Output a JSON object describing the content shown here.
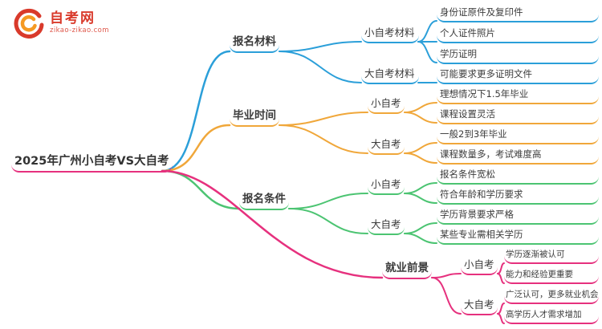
{
  "logo": {
    "title": "自考网",
    "subtitle": "zikao-zikao.com"
  },
  "root": {
    "label": "2025年广州小自考VS大自考"
  },
  "colors": {
    "blue": "#2b9fd9",
    "orange": "#f0a73a",
    "green": "#4cc472",
    "pink": "#e6317e",
    "logo_red": "#d93a2b",
    "logo_orange": "#f59a23",
    "text": "#3c3c3c"
  },
  "branches": [
    {
      "label": "报名材料",
      "color": "#2b9fd9",
      "children": [
        {
          "label": "小自考材料",
          "leaves": [
            "身份证原件及复印件",
            "个人证件照片",
            "学历证明"
          ]
        },
        {
          "label": "大自考材料",
          "leaves": [
            "可能要求更多证明文件"
          ]
        }
      ]
    },
    {
      "label": "毕业时间",
      "color": "#f0a73a",
      "children": [
        {
          "label": "小自考",
          "leaves": [
            "理想情况下1.5年毕业",
            "课程设置灵活"
          ]
        },
        {
          "label": "大自考",
          "leaves": [
            "一般2到3年毕业",
            "课程数量多，考试难度高"
          ]
        }
      ]
    },
    {
      "label": "报名条件",
      "color": "#4cc472",
      "children": [
        {
          "label": "小自考",
          "leaves": [
            "报名条件宽松",
            "符合年龄和学历要求"
          ]
        },
        {
          "label": "大自考",
          "leaves": [
            "学历背景要求严格",
            "某些专业需相关学历"
          ]
        }
      ]
    },
    {
      "label": "就业前景",
      "color": "#e6317e",
      "children": [
        {
          "label": "小自考",
          "leaves": [
            "学历逐渐被认可",
            "能力和经验更重要"
          ]
        },
        {
          "label": "大自考",
          "leaves": [
            "广泛认可，更多就业机会",
            "高学历人才需求增加"
          ]
        }
      ]
    }
  ]
}
